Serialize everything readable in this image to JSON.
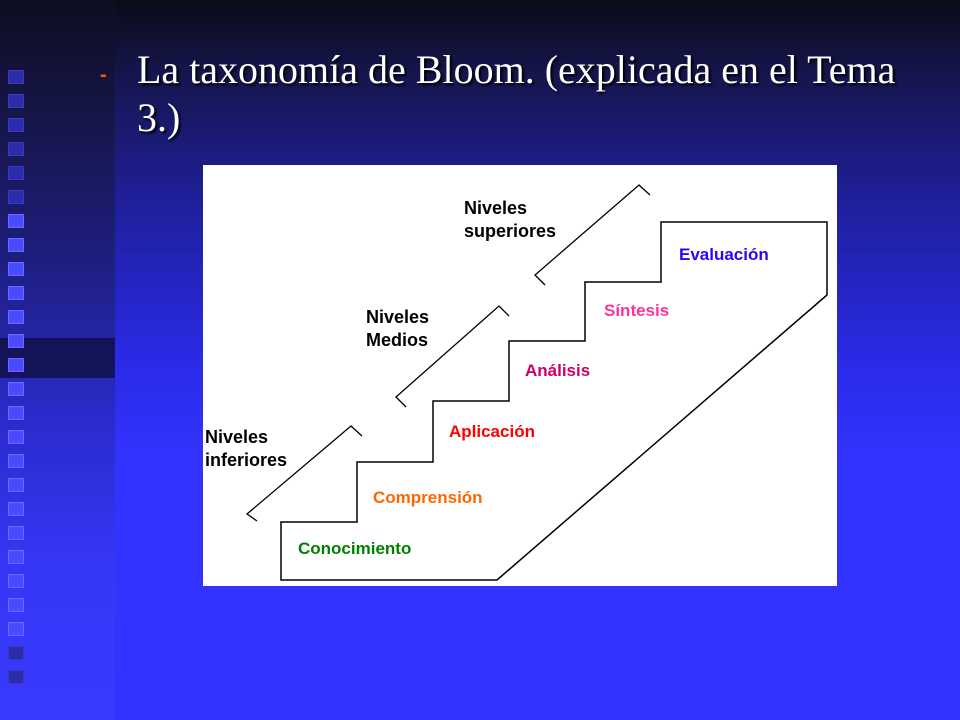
{
  "slide": {
    "bullet": "-",
    "title": "La taxonomía de Bloom. (explicada en el Tema 3.)"
  },
  "diagram": {
    "levels": [
      {
        "label": "Conocimiento",
        "color": "#008000"
      },
      {
        "label": "Comprensión",
        "color": "#ff6600"
      },
      {
        "label": "Aplicación",
        "color": "#ff0000"
      },
      {
        "label": "Análisis",
        "color": "#cc0066"
      },
      {
        "label": "Síntesis",
        "color": "#ff3399"
      },
      {
        "label": "Evaluación",
        "color": "#3300ff"
      }
    ],
    "groups": {
      "inferiores": "Niveles inferiores",
      "medios": "Niveles Medios",
      "superiores": "Niveles superiores"
    }
  },
  "colors": {
    "background": "#3333ff",
    "title_text": "#ffffff",
    "bullet": "#ff5a00"
  }
}
